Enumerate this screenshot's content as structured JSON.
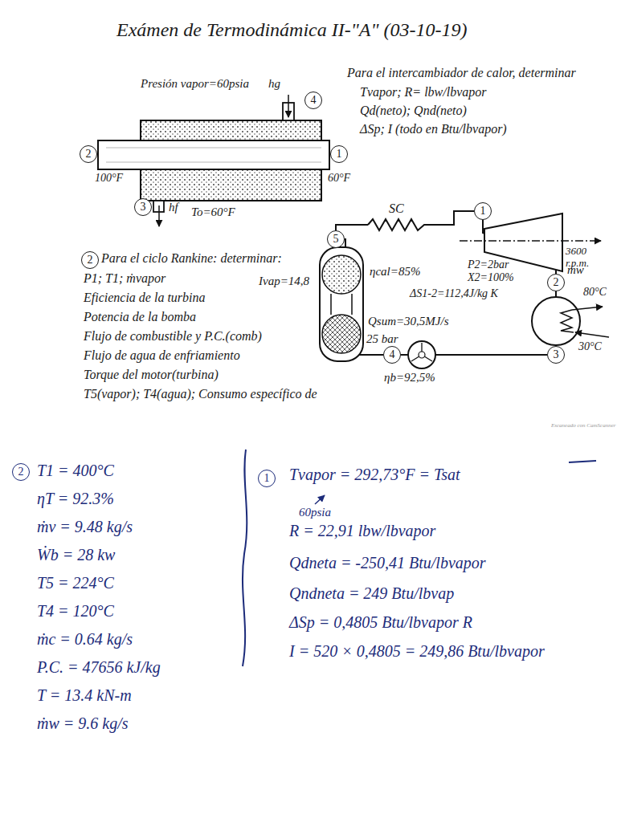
{
  "diagram": {
    "title": "Exámen de Termodinámica II-\"A\" (03-10-19)",
    "nodes": [
      {
        "text": [
          "4"
        ]
      },
      {
        "text": [
          "2"
        ]
      },
      {
        "text": [
          "1"
        ]
      },
      {
        "text": [
          "3"
        ]
      },
      {
        "text": [
          "1"
        ]
      },
      {
        "text": [
          "5"
        ]
      },
      {
        "text": [
          "2"
        ]
      },
      {
        "text": [
          "2"
        ]
      },
      {
        "text": [
          "4"
        ]
      },
      {
        "text": [
          "3"
        ]
      },
      {
        "text": [
          "2"
        ]
      },
      {
        "text": [
          "1"
        ]
      }
    ],
    "edges": [
      {
        "from": 5,
        "to": 4,
        "arrow": "none",
        "label": "SC"
      },
      {
        "from": 4,
        "to": 7,
        "arrow": "none"
      },
      {
        "from": 7,
        "to": 9,
        "arrow": "none"
      },
      {
        "from": 9,
        "to": 8,
        "arrow": "none"
      },
      {
        "from": 8,
        "to": 5,
        "arrow": "none"
      }
    ],
    "labels": [
      "Presión vapor=60psia",
      "hg",
      "100°F",
      "60°F",
      "hf",
      "To=60°F",
      "Para el intercambiador de calor, determinar",
      "Tvapor; R= lbw/lbvapor",
      "Qd(neto); Qnd(neto)",
      "ΔSp; I (todo en Btu/lbvapor)",
      "Para el ciclo Rankine: determinar:",
      "P1; T1; ṁvapor",
      "Eficiencia de la turbina",
      "Potencia de la bomba",
      "Flujo de combustible y P.C.(comb)",
      "Flujo de agua de enfriamiento",
      "Torque del motor(turbina)",
      "T5(vapor); T4(agua); Consumo específico de",
      "Ivap=14,8",
      "ηcal=85%",
      "Qsum=30,5MJ/s",
      "25 bar",
      "ηb=92,5%",
      "3600 r.p.m.",
      "P2=2bar",
      "X2=100%",
      "ΔS1-2=112,4J/kg K",
      "ṁw",
      "80°C",
      "30°C",
      "Escaneado con CamScanner",
      "T1 = 400°C",
      "ηT = 92.3%",
      "ṁv = 9.48 kg/s",
      "Ẇb = 28 kw",
      "T5 = 224°C",
      "T4 = 120°C",
      "ṁc = 0.64 kg/s",
      "P.C. = 47656 kJ/kg",
      "T = 13.4 kN-m",
      "ṁw = 9.6 kg/s",
      "Tvapor = 292,73°F = Tsat",
      "60psia",
      "R = 22,91 lbw/lbvapor",
      "Qdneta = -250,41 Btu/lbvapor",
      "Qndneta = 249 Btu/lbvap",
      "ΔSp = 0,4805 Btu/lbvapor R",
      "I = 520 × 0,4805 = 249,86 Btu/lbvapor"
    ]
  }
}
